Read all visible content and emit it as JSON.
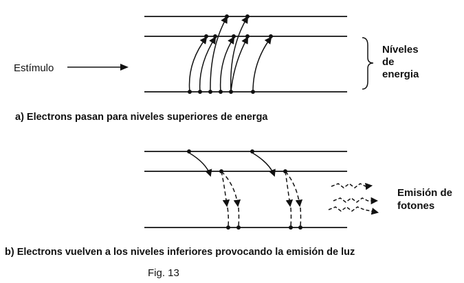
{
  "stimulus_label": "Estímulo",
  "levels_label": [
    "Níveles",
    "de",
    "energia"
  ],
  "caption_a": "a) Electrons pasan para niveles superiores de energa",
  "caption_b": "b) Electrons vuelven a los niveles inferiores provocando la emisión de luz",
  "emission_label": [
    "Emisión de",
    "fotones"
  ],
  "figure_label": "Fig. 13"
}
